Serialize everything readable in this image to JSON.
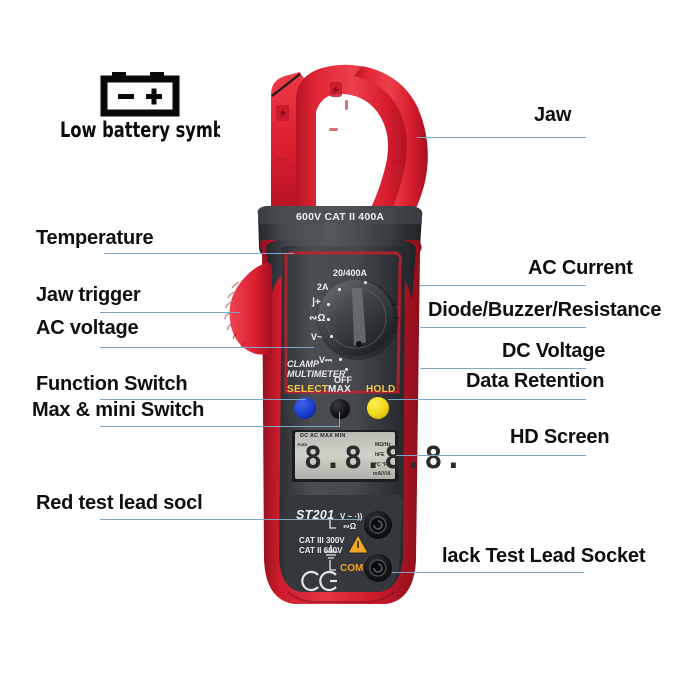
{
  "image": {
    "subject": "Digital clamp multimeter ST201 with callout annotations",
    "background": "#ffffff",
    "leader_line_color": "#7ea7c6",
    "label_color": "#100f0f",
    "accent_red": "#dc1f31",
    "body_dark": "#3a3d40"
  },
  "annotations": {
    "left": [
      {
        "id": "low-battery-symbol",
        "label": "Low battery symbol",
        "clipped": true
      },
      {
        "id": "temperature",
        "label": "Temperature"
      },
      {
        "id": "jaw-trigger",
        "label": "Jaw trigger"
      },
      {
        "id": "ac-voltage",
        "label": "AC voltage"
      },
      {
        "id": "function-switch",
        "label": "Function Switch"
      },
      {
        "id": "max-mini-switch",
        "label": "Max & mini Switch"
      },
      {
        "id": "red-test-lead-socket",
        "label": "Red test lead socl",
        "clipped": true
      }
    ],
    "right": [
      {
        "id": "jaw",
        "label": "Jaw"
      },
      {
        "id": "ac-current",
        "label": "AC Current"
      },
      {
        "id": "diode-buzzer-resistance",
        "label": "Diode/Buzzer/Resistance"
      },
      {
        "id": "dc-voltage",
        "label": "DC Voltage"
      },
      {
        "id": "data-retention",
        "label": "Data Retention"
      },
      {
        "id": "hd-screen",
        "label": "HD Screen"
      },
      {
        "id": "black-test-lead-socket",
        "label": "lack Test Lead Socket",
        "clipped": true
      }
    ]
  },
  "device": {
    "model": "ST201",
    "brand_text_line1": "CLAMP",
    "brand_text_line2": "MULTIMETER",
    "jaw_rating": "600V CAT II  400A",
    "dial": {
      "positions": [
        {
          "id": "ac-current-20-400a",
          "label": "20/400A"
        },
        {
          "id": "ac-current-2a",
          "label": "2A"
        },
        {
          "id": "temperature",
          "label": "°"
        },
        {
          "id": "resistance-buzzer-diode",
          "label": "Ω"
        },
        {
          "id": "ac-voltage",
          "label": "V~"
        },
        {
          "id": "dc-voltage",
          "label": "V⎓"
        },
        {
          "id": "off",
          "label": "OFF"
        }
      ],
      "selected": "off"
    },
    "buttons": [
      {
        "id": "select",
        "label": "SELECT",
        "color": "#1a3fcb",
        "text_color": "#f7c744"
      },
      {
        "id": "max",
        "label": "MAX",
        "color": "#111111",
        "text_color": "#f0f0f0"
      },
      {
        "id": "hold",
        "label": "HOLD",
        "color": "#f2d81a",
        "text_color": "#f7c744"
      }
    ],
    "lcd": {
      "top_indicators": "DC AC      MAX MIN",
      "left_indicators": [
        "Auto"
      ],
      "digits": "8.8.8.8.",
      "right_indicators": [
        "MΩ/Hz",
        "hFE",
        "°C °F",
        "mA/V/A"
      ]
    },
    "sockets": [
      {
        "id": "red-socket",
        "labels": [
          "V ~ ·))",
          "Ω"
        ]
      },
      {
        "id": "com-socket",
        "labels": [
          "COM"
        ]
      }
    ],
    "safety_text": [
      "CAT III 300V",
      "CAT II 600V"
    ],
    "marks": [
      "CE"
    ]
  }
}
